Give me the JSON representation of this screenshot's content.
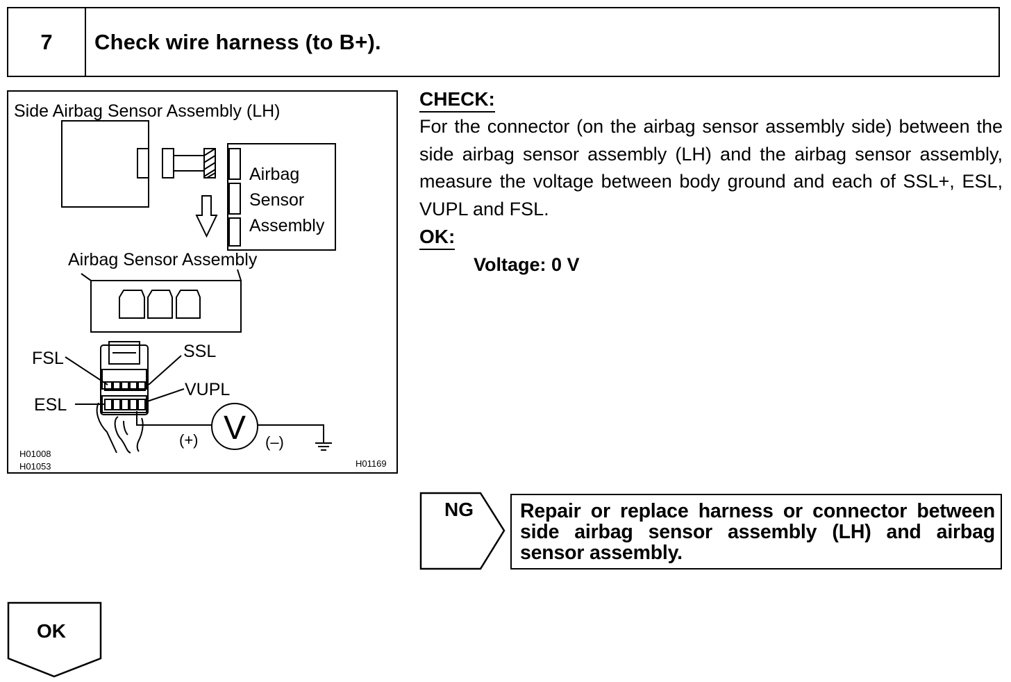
{
  "header": {
    "step_number": "7",
    "title": "Check wire harness (to B+)."
  },
  "figure": {
    "title": "Side Airbag Sensor Assembly (LH)",
    "assembly_label_lines": [
      "Airbag",
      "Sensor",
      "Assembly"
    ],
    "connector_caption": "Airbag Sensor Assembly",
    "terminals": {
      "fsl": "FSL",
      "ssl": "SSL",
      "vupl": "VUPL",
      "esl": "ESL"
    },
    "meter": {
      "symbol": "V",
      "positive": "(+)",
      "negative": "(–)"
    },
    "codes": {
      "left_1": "H01008",
      "left_2": "H01053",
      "right": "H01169"
    }
  },
  "check": {
    "heading": "CHECK:",
    "body": "For the connector (on the airbag sensor assembly side) between the side airbag sensor assembly (LH) and the airbag sensor assembly, measure the voltage between body ground and each of SSL+, ESL, VUPL and FSL."
  },
  "ok": {
    "heading": "OK:",
    "value": "Voltage: 0 V"
  },
  "ng": {
    "label": "NG",
    "result": "Repair or replace harness or connector between side airbag sensor assembly (LH) and airbag sensor assembly."
  },
  "ok_branch": {
    "label": "OK"
  }
}
